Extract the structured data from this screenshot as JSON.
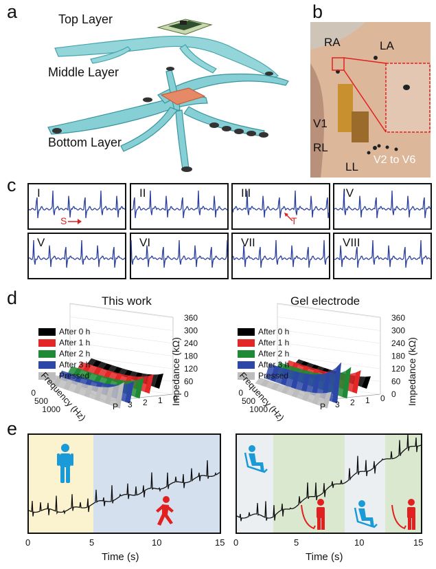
{
  "panels": {
    "a": "a",
    "b": "b",
    "c": "c",
    "d": "d",
    "e": "e"
  },
  "panel_a": {
    "layers": [
      "Top Layer",
      "Middle Layer",
      "Bottom Layer"
    ]
  },
  "panel_b": {
    "labels": {
      "ra": "RA",
      "la": "LA",
      "v1": "V1",
      "rl": "RL",
      "ll": "LL",
      "v2v6": "V2 to V6"
    }
  },
  "panel_c": {
    "leads": [
      "I",
      "II",
      "III",
      "IV",
      "V",
      "VI",
      "VII",
      "VIII"
    ],
    "annotations": {
      "s": "S",
      "t": "T"
    },
    "colors": {
      "trace": "#2b3f9e",
      "annotation": "#e02020"
    }
  },
  "panel_d": {
    "left_title": "This work",
    "right_title": "Gel electrode",
    "zlabel": "Impedance (kΩ)",
    "freq_label": "Frequency (Hz)",
    "z_ticks": [
      "360",
      "300",
      "240",
      "180",
      "120",
      "60",
      "0"
    ],
    "freq_ticks": [
      "0",
      "500",
      "1000"
    ],
    "depth_ticks": [
      "P",
      "3",
      "2",
      "1",
      "0"
    ],
    "legend": [
      {
        "label": "After 0 h",
        "color": "#000000"
      },
      {
        "label": "After 1 h",
        "color": "#e32626"
      },
      {
        "label": "After 2 h",
        "color": "#1e8a35"
      },
      {
        "label": "After 3 h",
        "color": "#2c47a8"
      },
      {
        "label": "Pressed",
        "color": "#bdbdbd"
      }
    ]
  },
  "panel_e": {
    "xlabel": "Time (s)",
    "left_ticks": [
      "0",
      "5",
      "10",
      "15"
    ],
    "right_ticks": [
      "0",
      "5",
      "10",
      "15"
    ],
    "colors": {
      "stand_bg": "#fbf2cf",
      "walk_bg": "#d5e0ef",
      "sit_bg": "#eceff1",
      "lean_bg": "#dbe8d0",
      "blue_icon": "#1a9ad6",
      "red_icon": "#e12020"
    }
  },
  "chart_data": [
    {
      "type": "line",
      "panel": "e-left",
      "xlabel": "Time (s)",
      "ylabel": "",
      "xlim": [
        0,
        15
      ],
      "x": [
        0,
        5,
        10,
        15
      ],
      "segments": [
        "standing 0-5 s",
        "walking 5-15 s"
      ]
    },
    {
      "type": "line",
      "panel": "e-right",
      "xlabel": "Time (s)",
      "ylabel": "",
      "xlim": [
        0,
        15
      ],
      "x": [
        0,
        5,
        10,
        15
      ],
      "segments": [
        "sitting 0-3 s",
        "lean 3-8.7 s",
        "sitting 8.7-12 s",
        "lean 12-15 s"
      ]
    }
  ]
}
